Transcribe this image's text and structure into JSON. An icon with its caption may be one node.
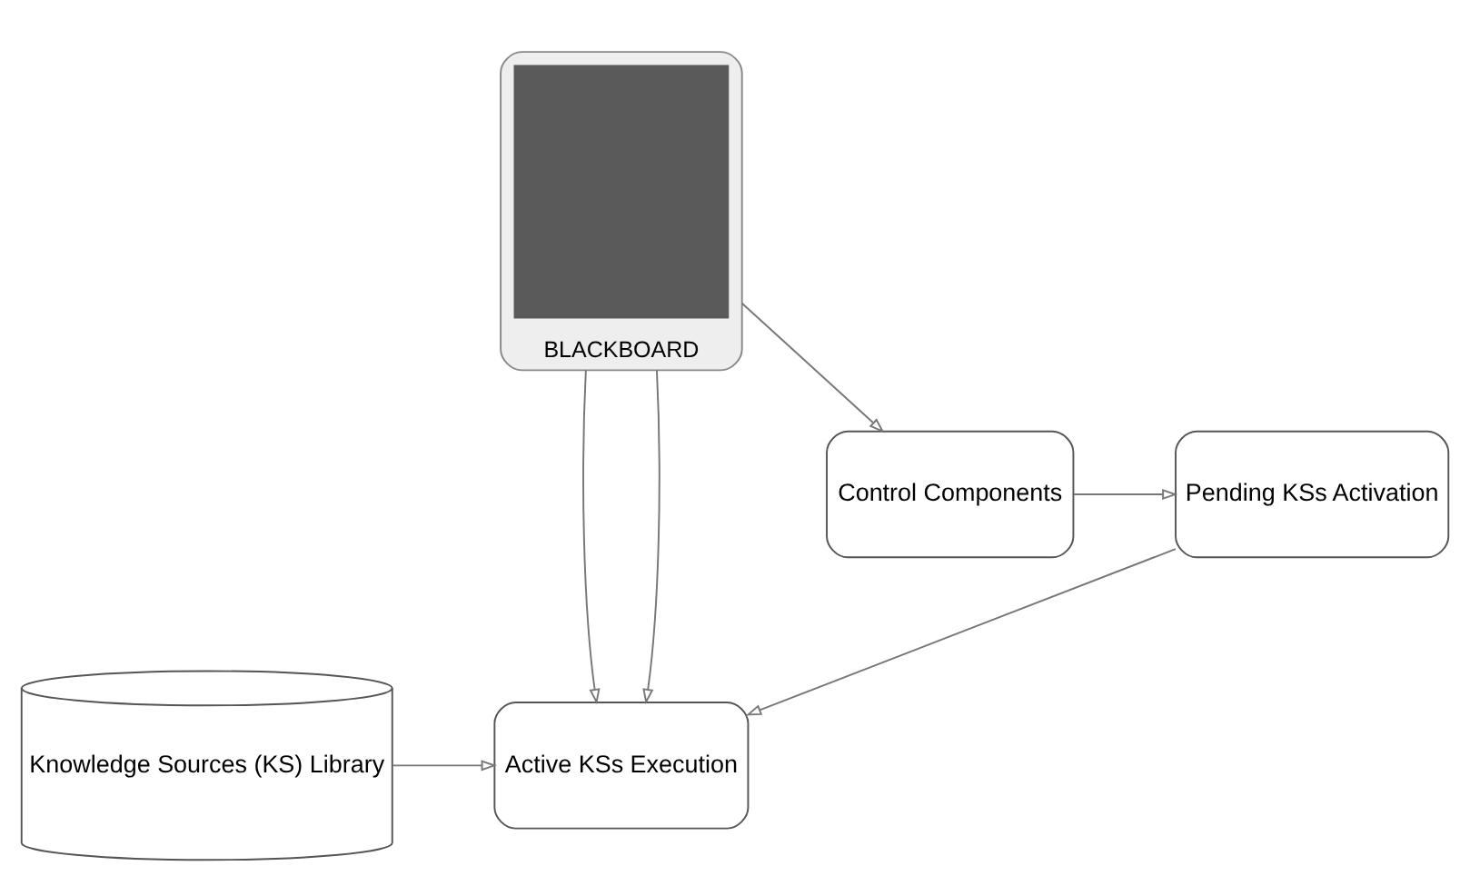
{
  "diagram": {
    "nodes": [
      {
        "text": [
          "BLACKBOARD"
        ]
      },
      {
        "text": [],
        "shape": "box",
        "in": 0
      },
      {
        "text": [
          "Active KSs Execution"
        ]
      },
      {
        "text": [
          "Knowledge Sources (KS) Library"
        ]
      },
      {
        "text": [
          "Control Components"
        ]
      },
      {
        "text": [
          "Pending KSs Activation"
        ]
      }
    ],
    "edges": [
      {
        "from": 0,
        "to": 2,
        "arrow": "to"
      },
      {
        "from": 0,
        "to": 2,
        "arrow": "to"
      },
      {
        "from": 3,
        "to": 2,
        "arrow": "to"
      },
      {
        "from": 0,
        "to": 4,
        "arrow": "to"
      },
      {
        "from": 4,
        "to": 5,
        "arrow": "to"
      },
      {
        "from": 5,
        "to": 2,
        "arrow": "to"
      }
    ]
  }
}
